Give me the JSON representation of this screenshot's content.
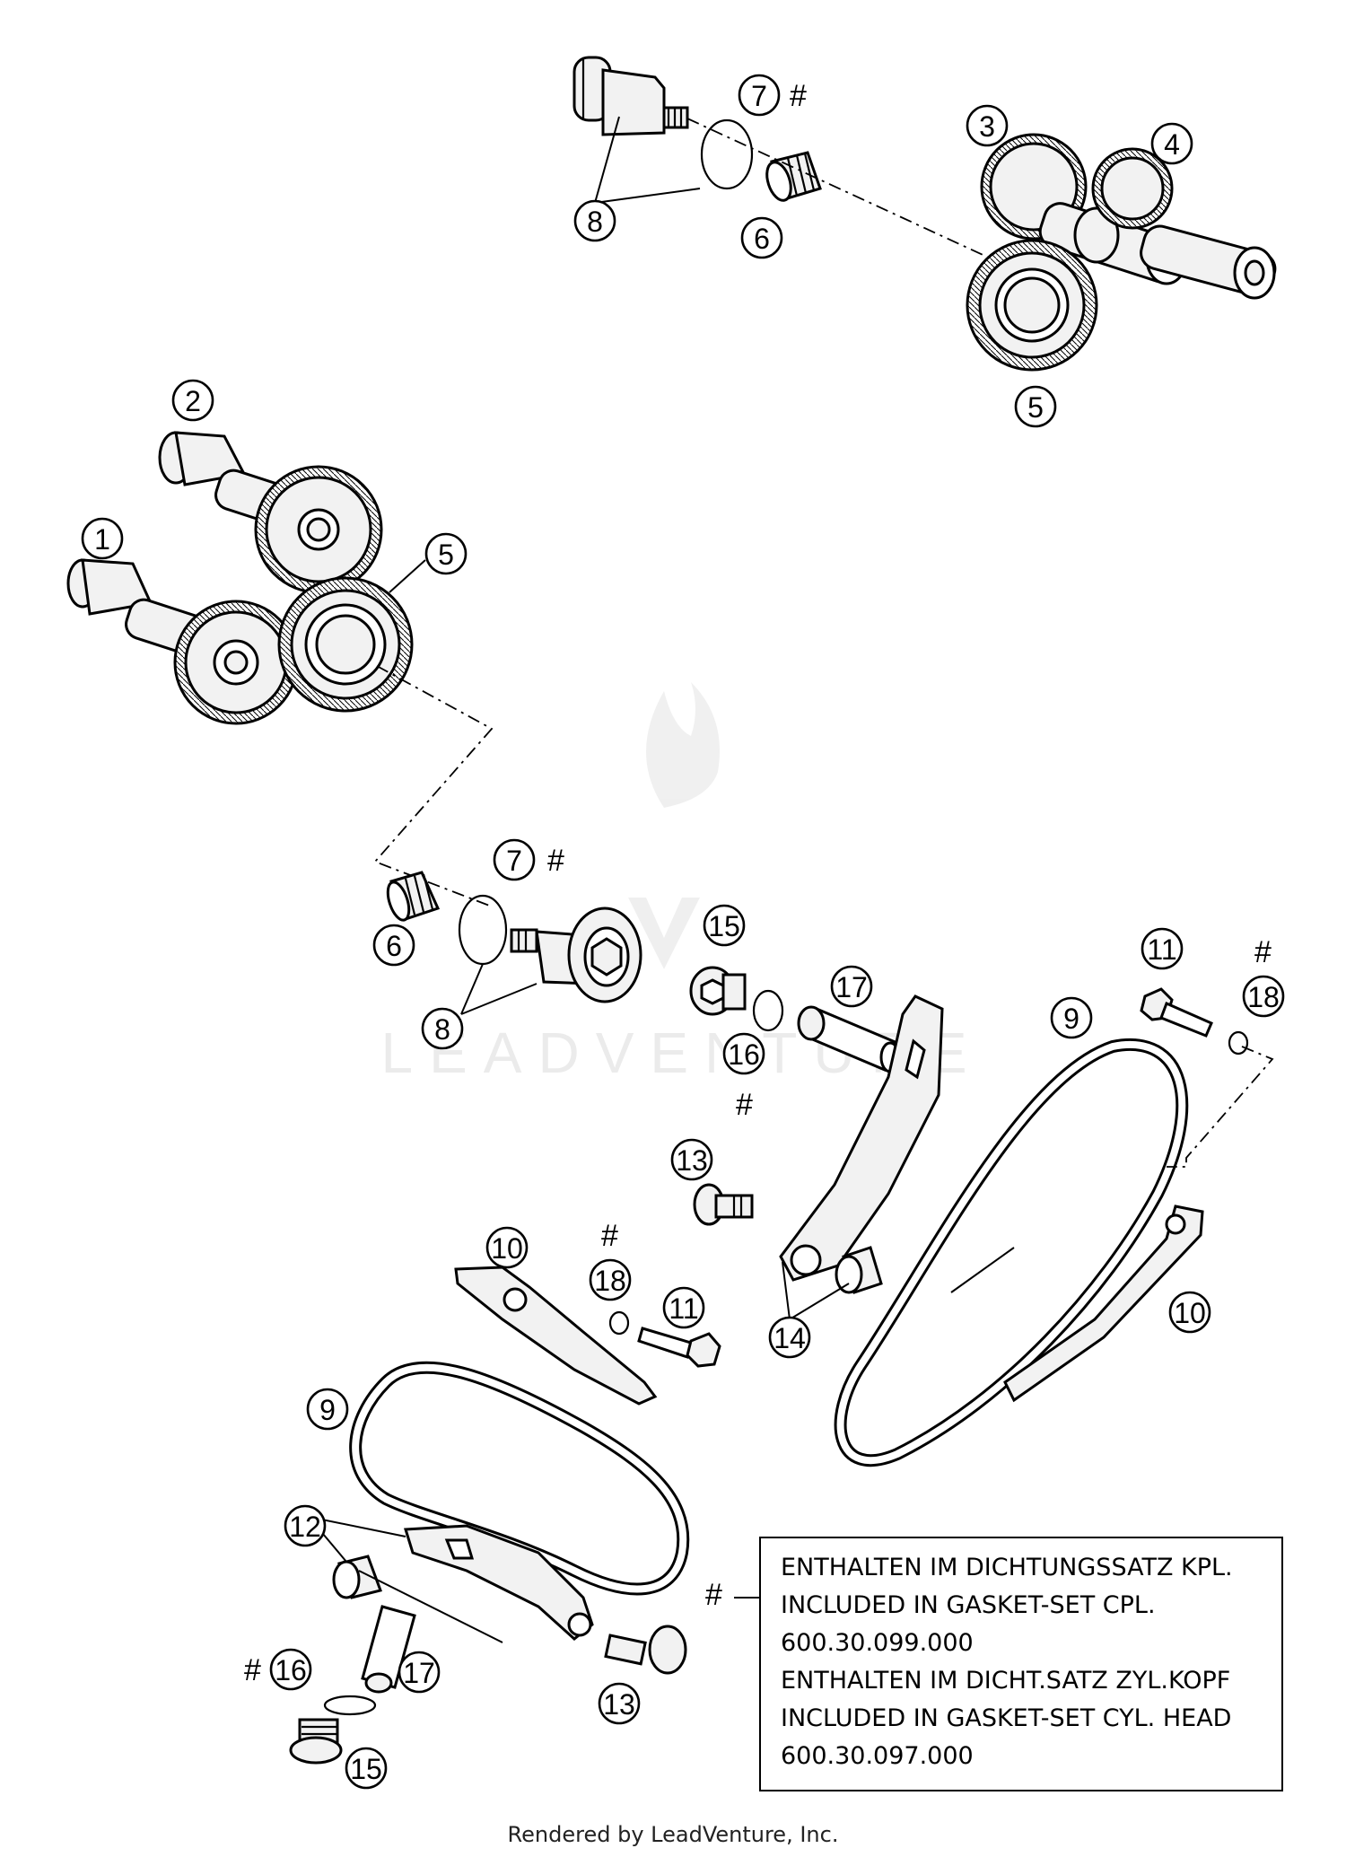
{
  "diagram": {
    "watermark": "LEADVENTURE",
    "note_marker": "#",
    "note": {
      "lines": [
        "ENTHALTEN IM DICHTUNGSSATZ KPL.",
        "INCLUDED IN GASKET-SET CPL.",
        "600.30.099.000",
        "ENTHALTEN IM DICHT.SATZ ZYL.KOPF",
        "INCLUDED IN GASKET-SET CYL. HEAD",
        "600.30.097.000"
      ]
    },
    "callouts": [
      {
        "label": "7"
      },
      {
        "label": "8"
      },
      {
        "label": "6"
      },
      {
        "label": "3"
      },
      {
        "label": "4"
      },
      {
        "label": "5"
      },
      {
        "label": "2"
      },
      {
        "label": "1"
      },
      {
        "label": "5"
      },
      {
        "label": "7"
      },
      {
        "label": "6"
      },
      {
        "label": "8"
      },
      {
        "label": "15"
      },
      {
        "label": "17"
      },
      {
        "label": "16"
      },
      {
        "label": "11"
      },
      {
        "label": "18"
      },
      {
        "label": "9"
      },
      {
        "label": "13"
      },
      {
        "label": "10"
      },
      {
        "label": "18"
      },
      {
        "label": "11"
      },
      {
        "label": "14"
      },
      {
        "label": "10"
      },
      {
        "label": "9"
      },
      {
        "label": "12"
      },
      {
        "label": "16"
      },
      {
        "label": "17"
      },
      {
        "label": "13"
      },
      {
        "label": "15"
      }
    ],
    "hash_marks": [
      "#",
      "#",
      "#",
      "#",
      "#",
      "#",
      "#"
    ]
  },
  "footer": {
    "text": "Rendered by LeadVenture, Inc."
  }
}
